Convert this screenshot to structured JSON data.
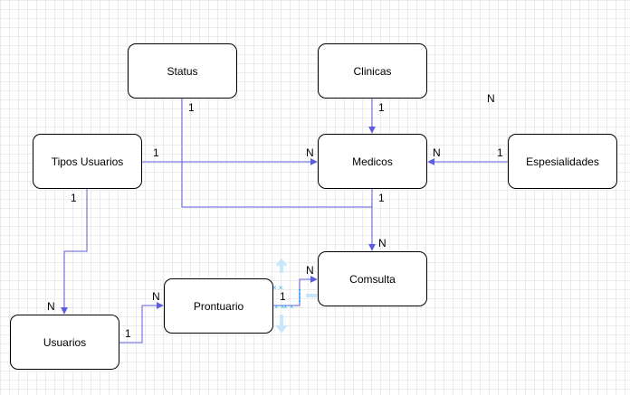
{
  "nodes": {
    "status": "Status",
    "clinicas": "Clinicas",
    "tipos_usuarios": "Tipos Usuarios",
    "medicos": "Medicos",
    "espesialidades": "Espesialidades",
    "comsulta": "Comsulta",
    "prontuario": "Prontuario",
    "usuarios": "Usuarios"
  },
  "cardinalities": {
    "status_1": "1",
    "clinicas_1": "1",
    "n_floating": "N",
    "tipos_1_right": "1",
    "medicos_n_left": "N",
    "medicos_n_right": "N",
    "espesialidades_1": "1",
    "tipos_1_bottom": "1",
    "medicos_1_bottom": "1",
    "comsulta_n_top": "N",
    "comsulta_n_left": "N",
    "prontuario_1": "1",
    "prontuario_n": "N",
    "usuarios_n": "N",
    "usuarios_1": "1"
  },
  "colors": {
    "edge": "#5c5cde",
    "selection": "#29b6f2",
    "selection_light": "#c7e8fa"
  }
}
